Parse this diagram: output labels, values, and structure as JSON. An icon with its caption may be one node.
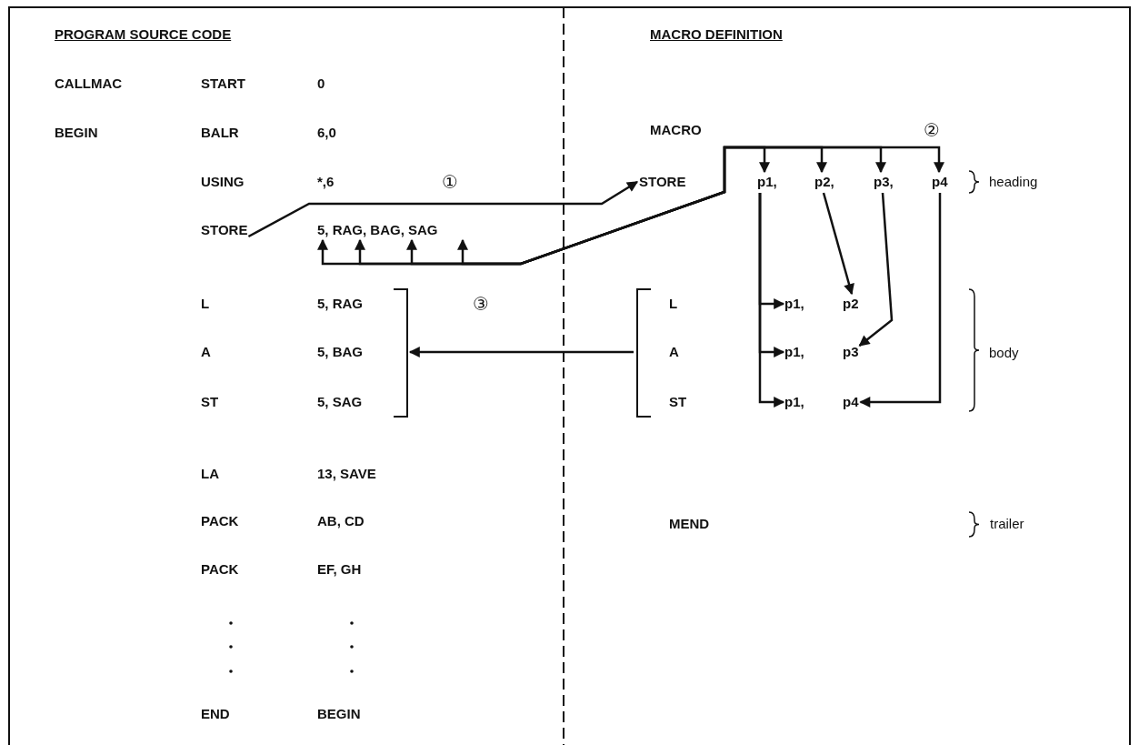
{
  "diagram": {
    "nodes": [
      {
        "text": [
          "STORE"
        ]
      },
      {
        "text": [
          "5, RAG, BAG, SAG"
        ]
      },
      {
        "text": [
          "L",
          "5, RAG",
          "A",
          "5, BAG",
          "ST",
          "5, SAG"
        ]
      },
      {
        "text": [
          "STORE"
        ]
      },
      {
        "text": [
          "p1,"
        ]
      },
      {
        "text": [
          "p2,"
        ]
      },
      {
        "text": [
          "p3,"
        ]
      },
      {
        "text": [
          "p4"
        ]
      },
      {
        "text": [
          "L",
          "A",
          "ST"
        ]
      },
      {
        "text": [
          "p1,"
        ],
        "in": 8
      },
      {
        "text": [
          "p2"
        ],
        "in": 8
      },
      {
        "text": [
          "p1,"
        ],
        "in": 8
      },
      {
        "text": [
          "p3"
        ],
        "in": 8
      },
      {
        "text": [
          "p1,"
        ],
        "in": 8
      },
      {
        "text": [
          "p4"
        ],
        "in": 8
      }
    ],
    "edges": [
      {
        "from": 0,
        "to": 3,
        "arrow": "to",
        "label": "①"
      },
      {
        "from": 1,
        "to": 4,
        "arrow": "both"
      },
      {
        "from": 1,
        "to": 5,
        "arrow": "both"
      },
      {
        "from": 1,
        "to": 6,
        "arrow": "both"
      },
      {
        "from": 1,
        "to": 7,
        "arrow": "both",
        "label": "②"
      },
      {
        "from": 4,
        "to": 9,
        "arrow": "to"
      },
      {
        "from": 4,
        "to": 11,
        "arrow": "to"
      },
      {
        "from": 4,
        "to": 13,
        "arrow": "to"
      },
      {
        "from": 5,
        "to": 10,
        "arrow": "to"
      },
      {
        "from": 6,
        "to": 12,
        "arrow": "to"
      },
      {
        "from": 7,
        "to": 14,
        "arrow": "to"
      },
      {
        "from": 8,
        "to": 2,
        "arrow": "to",
        "label": "③"
      }
    ],
    "labels": [
      "PROGRAM SOURCE CODE",
      "MACRO DEFINITION",
      "CALLMAC",
      "START",
      "0",
      "BEGIN",
      "BALR",
      "6,0",
      "MACRO",
      "USING",
      "*,6",
      "heading",
      "body",
      "LA",
      "13, SAVE",
      "PACK",
      "AB, CD",
      "MEND",
      "trailer",
      "PACK",
      "EF, GH",
      "END",
      "BEGIN"
    ]
  }
}
